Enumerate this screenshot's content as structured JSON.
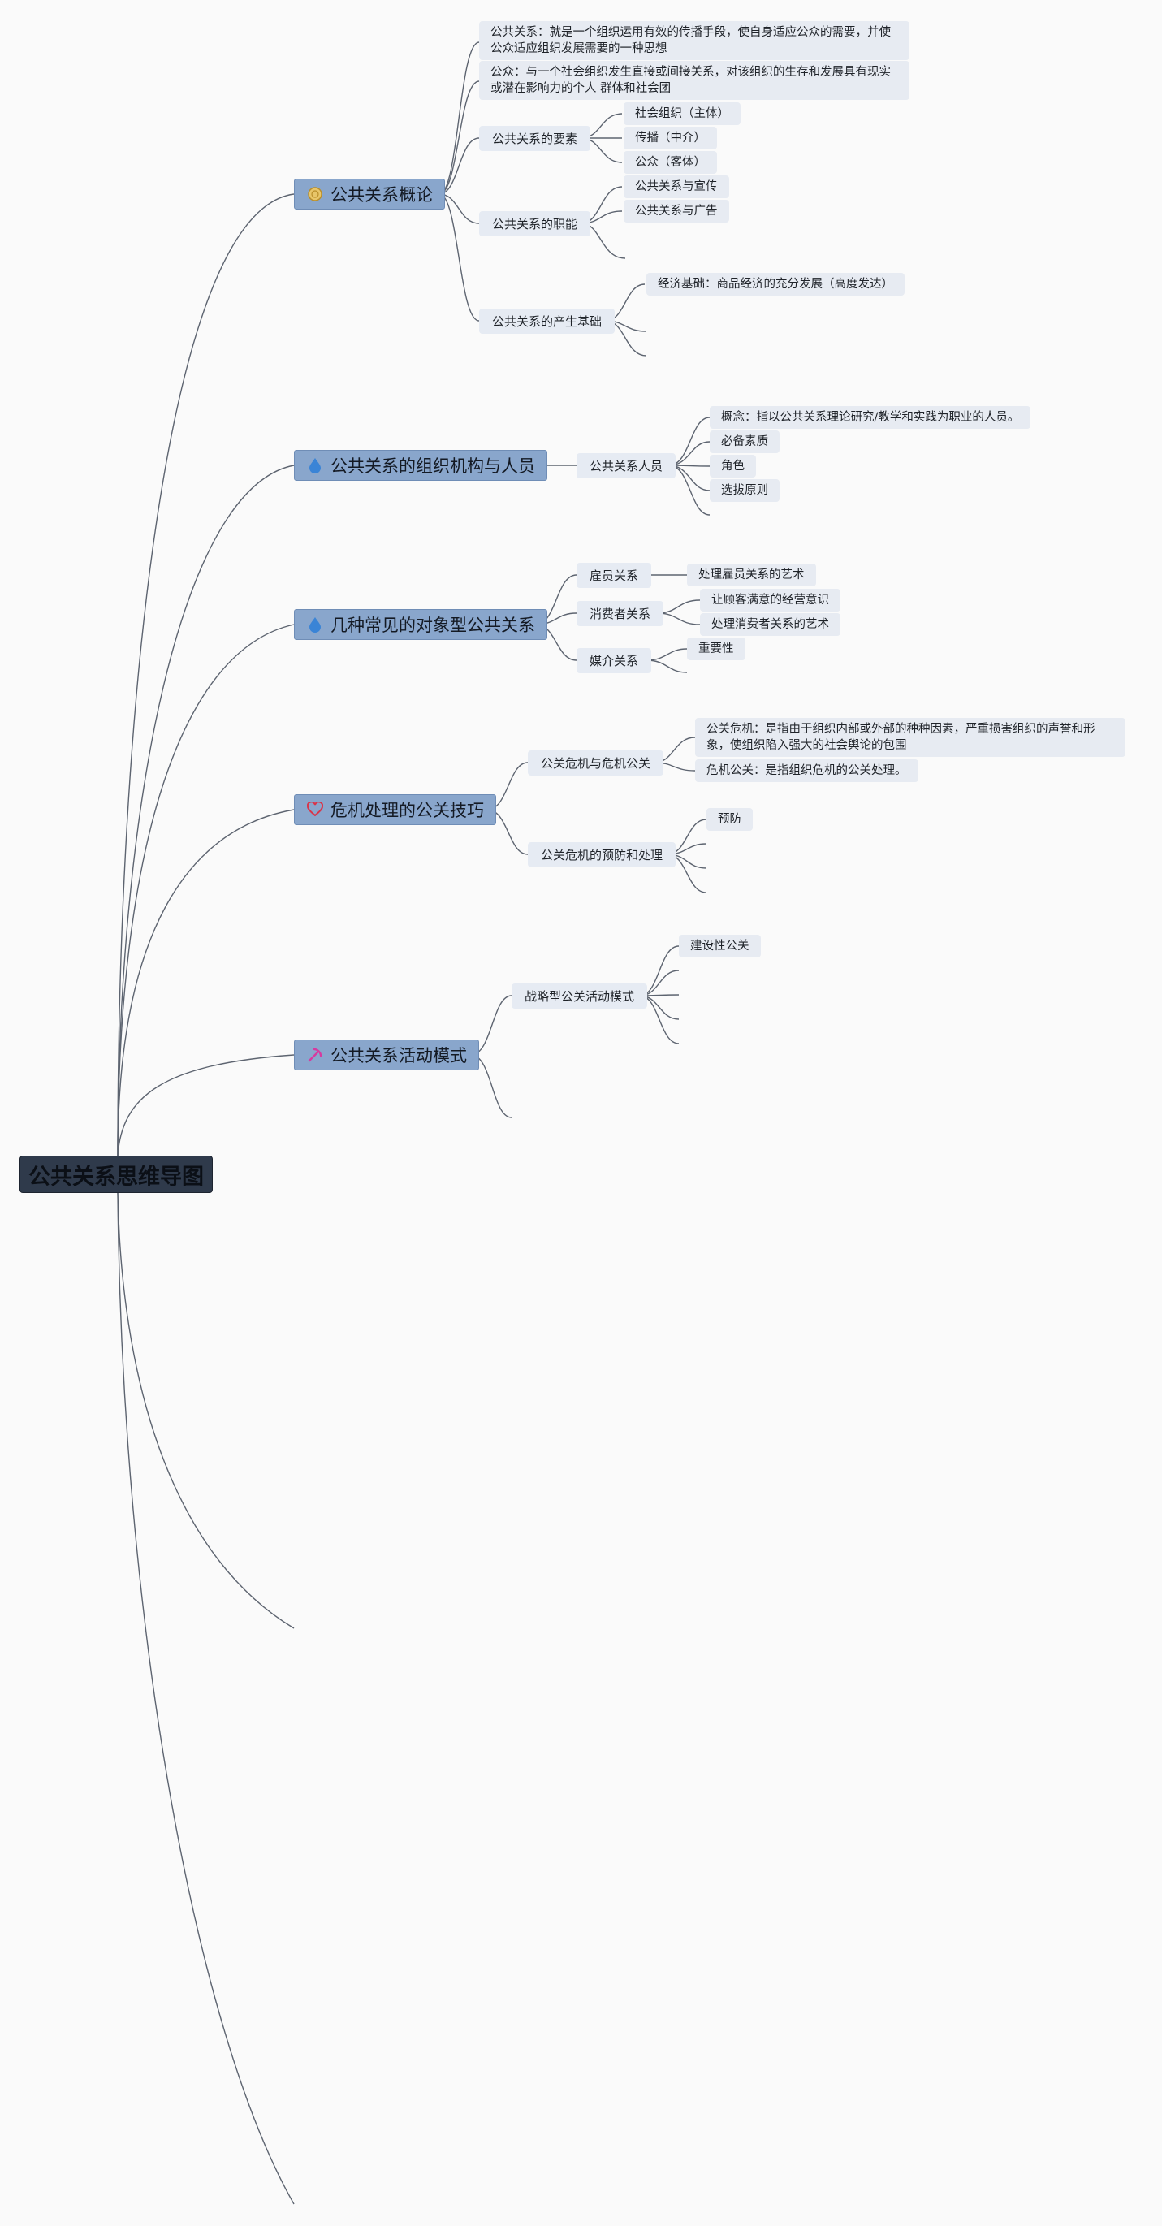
{
  "root": {
    "label": "公共关系思维导图"
  },
  "branches": [
    {
      "label": "公共关系概论",
      "icon": "coin-icon",
      "children": [
        {
          "label": "公共关系：就是一个组织运用有效的传播手段，使自身适应公众的需要，并使公众适应组织发展需要的一种思想"
        },
        {
          "label": "公众：与一个社会组织发生直接或间接关系，对该组织的生存和发展具有现实或潜在影响力的个人 群体和社会团"
        },
        {
          "label": "公共关系的要素",
          "children": [
            "社会组织（主体）",
            "传播（中介）",
            "公众（客体）"
          ]
        },
        {
          "label": "公共关系的职能",
          "children": [
            "公共关系与宣传",
            "公共关系与广告",
            ""
          ]
        },
        {
          "label": "公共关系的产生基础",
          "children": [
            "经济基础：商品经济的充分发展（高度发达）",
            "",
            ""
          ]
        }
      ]
    },
    {
      "label": "公共关系的组织机构与人员",
      "icon": "drop-icon",
      "children": [
        {
          "label": "公共关系人员",
          "children": [
            "概念：指以公共关系理论研究/教学和实践为职业的人员。",
            "必备素质",
            "角色",
            "选拔原则",
            ""
          ]
        }
      ]
    },
    {
      "label": "几种常见的对象型公共关系",
      "icon": "drop-icon",
      "children": [
        {
          "label": "雇员关系",
          "children": [
            "处理雇员关系的艺术"
          ]
        },
        {
          "label": "消费者关系",
          "children": [
            "让顾客满意的经营意识",
            "处理消费者关系的艺术"
          ]
        },
        {
          "label": "媒介关系",
          "children": [
            "重要性",
            ""
          ]
        }
      ]
    },
    {
      "label": "危机处理的公关技巧",
      "icon": "heart-icon",
      "children": [
        {
          "label": "公关危机与危机公关",
          "children": [
            "公关危机：是指由于组织内部或外部的种种因素，严重损害组织的声誉和形象，使组织陷入强大的社会舆论的包围",
            "危机公关：是指组织危机的公关处理。"
          ]
        },
        {
          "label": "公关危机的预防和处理",
          "children": [
            "预防",
            "",
            "",
            ""
          ]
        }
      ]
    },
    {
      "label": "公共关系活动模式",
      "icon": "pick-icon",
      "children": [
        {
          "label": "战略型公关活动模式",
          "children": [
            "建设性公关",
            "",
            "",
            "",
            ""
          ]
        },
        {
          "label": ""
        }
      ]
    }
  ],
  "colors": {
    "background": "#fafafa",
    "root_fill": "#2f3a4b",
    "main_fill": "#89a6cc",
    "sub_fill": "#e6ebf3",
    "edge": "#5d6470"
  }
}
